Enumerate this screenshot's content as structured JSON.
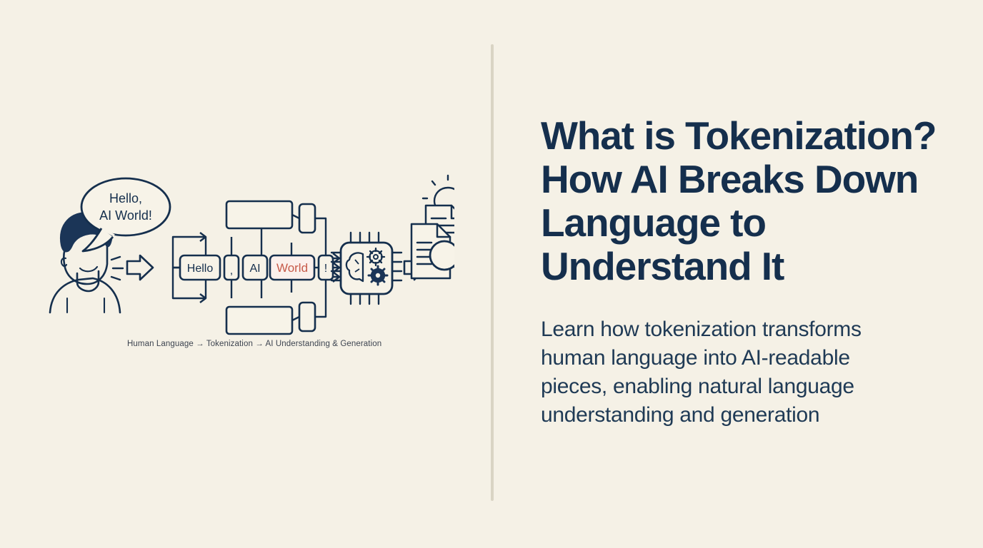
{
  "theme": {
    "background": "#f5f1e6",
    "ink": "#152f4d",
    "accent": "#c75a4a",
    "divider": "#d9d4c4",
    "caption_color": "#3d4450"
  },
  "divider": {
    "name": "vertical-divider"
  },
  "visual": {
    "speech_bubble": {
      "line1": "Hello,",
      "line2": "AI World!"
    },
    "tokens": [
      {
        "label": "Hello",
        "accent": false
      },
      {
        "label": ",",
        "accent": false
      },
      {
        "label": "AI",
        "accent": false
      },
      {
        "label": "World",
        "accent": true
      },
      {
        "label": "!",
        "accent": false
      }
    ],
    "icons": [
      "person-speaking-icon",
      "speech-bubble-icon",
      "arrow-right-icon",
      "token-box-icon",
      "branch-box-icon",
      "ai-chip-brain-gears-icon",
      "lightbulb-icon",
      "document-magnifier-icon"
    ],
    "caption": "Human Language → Tokenization → AI Understanding & Generation"
  },
  "headline": {
    "line1": "What is Tokenization?",
    "line2": "How AI Breaks Down",
    "line3": "Language to",
    "line4": "Understand It"
  },
  "subtitle": {
    "line1": "Learn how tokenization transforms",
    "line2": "human language into AI-readable",
    "line3": "pieces, enabling natural language",
    "line4": "understanding and generation"
  }
}
